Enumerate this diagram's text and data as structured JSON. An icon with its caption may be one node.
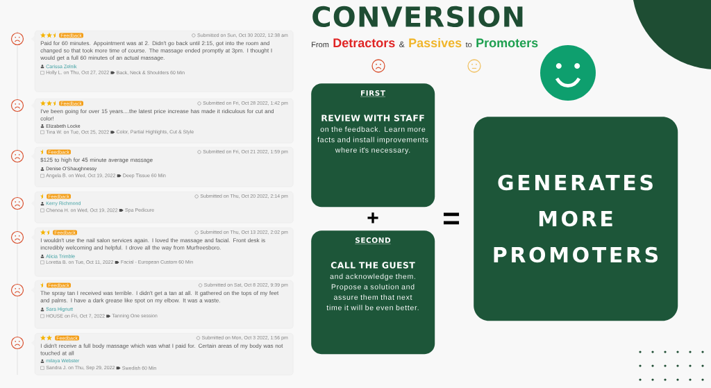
{
  "diagram": {
    "title": "CONVERSION",
    "nodes": [
      {
        "text": [
          "Feedback",
          "Submitted on Sun, Oct 30 2022, 12:38 am",
          "Paid for 60 minutes. Appointment was at 2. Didn't go back until 2:15, got into the room and changed so that took more time of course. The massage ended promptly at 3pm. I thought I would get a full 60 minutes of an actual massage.",
          "Carissa Zelnik",
          "Holly L. on Thu, Oct 27, 2022",
          "Back, Neck & Shoulders 60 Min"
        ]
      },
      {
        "text": [
          "Feedback",
          "Submitted on Fri, Oct 28 2022, 1:42 pm",
          "I've been going for over 15 years....the latest price increase has made it ridiculous for cut and color!",
          "Elizabeth Locke",
          "Tina W. on Tue, Oct 25, 2022",
          "Color, Partial Highlights, Cut & Style"
        ]
      },
      {
        "text": [
          "Feedback",
          "Submitted on Fri, Oct 21 2022, 1:59 pm",
          "$125 to high for 45 minute average massage",
          "Denise O'Shaughnessy",
          "Angela B. on Wed, Oct 19, 2022",
          "Deep Tissue 60 Min"
        ]
      },
      {
        "text": [
          "Feedback",
          "Submitted on Thu, Oct 20 2022, 2:14 pm",
          "Kerry Richmond",
          "Chenoa H. on Wed, Oct 19, 2022",
          "Spa Pedicure"
        ]
      },
      {
        "text": [
          "Feedback",
          "Submitted on Thu, Oct 13 2022, 2:02 pm",
          "I wouldn't use the nail salon services again. I loved the massage and facial. Front desk is incredibly welcoming and helpful. I drove all the way from Murfreesboro.",
          "Alicia Trimble",
          "Loretta B. on Tue, Oct 11, 2022",
          "Facial - European Custom 60 Min"
        ]
      },
      {
        "text": [
          "Feedback",
          "Submitted on Sat, Oct 8 2022, 9:39 pm",
          "The spray tan I received was terrible. I didn't get a tan at all. It gathered on the tops of my feet and palms. I have a dark grease like spot on my elbow. It was a waste.",
          "Sara Hignutt",
          "HOUSE on Fri, Oct 7, 2022",
          "Tanning One session"
        ]
      },
      {
        "text": [
          "Feedback",
          "Submitted on Mon, Oct 3 2022, 1:56 pm",
          "I didn't receive a full body massage which was what I paid for. Certain areas of my body was not touched at all",
          "milaya Webster",
          "Sandra J. on Thu, Sep 29, 2022",
          "Swedish 60 Min"
        ]
      },
      {
        "text": [
          "FIRST",
          "REVIEW WITH STAFF",
          "on the feedback. Learn more facts and install improvements where it's necessary."
        ]
      },
      {
        "text": [
          "SECOND",
          "CALL THE GUEST",
          "and acknowledge them. Propose a solution and assure them that next time it will be even better."
        ]
      },
      {
        "text": [
          "GENERATES MORE PROMOTERS"
        ]
      }
    ],
    "labels": [
      "From",
      "Detractors",
      "&",
      "Passives",
      "to",
      "Promoters",
      "+",
      "="
    ]
  }
}
